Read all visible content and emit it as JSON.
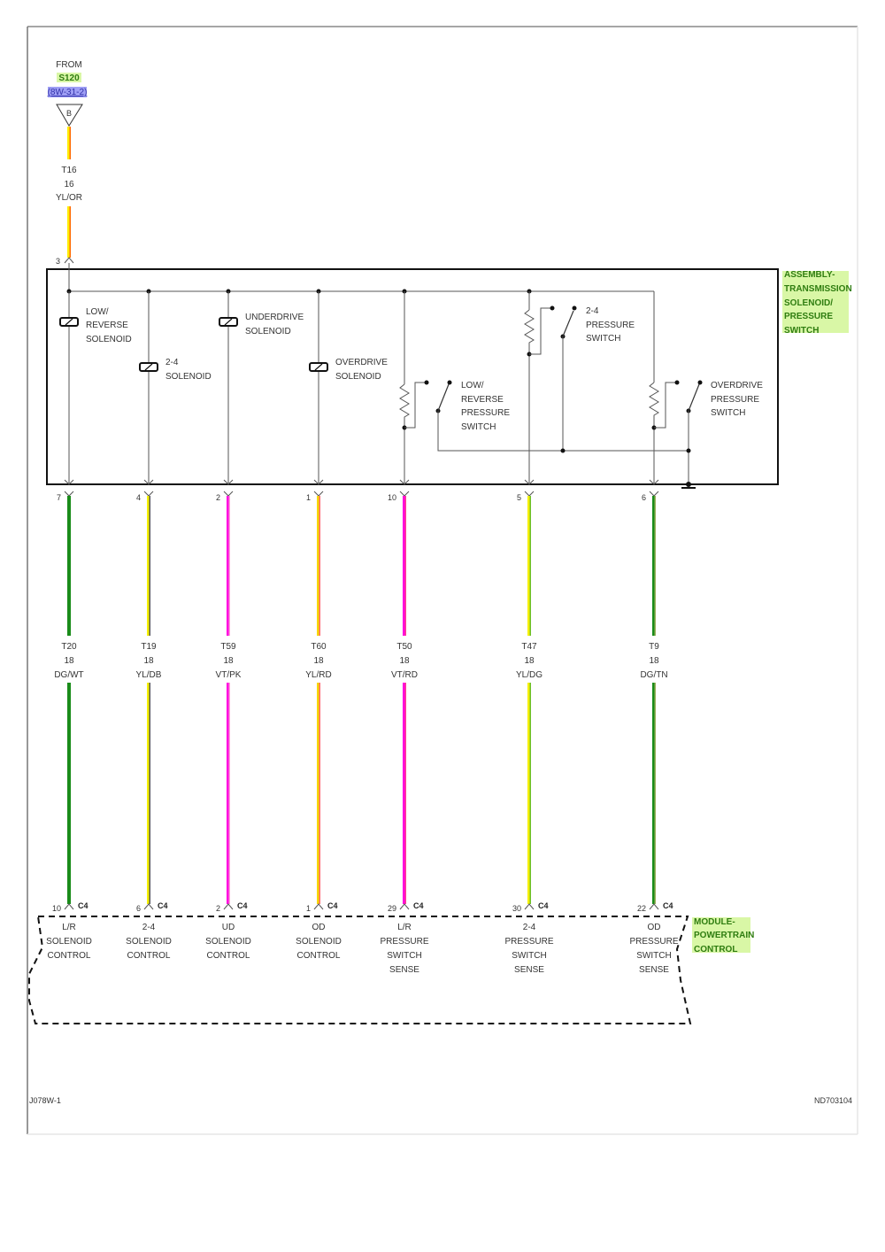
{
  "source": {
    "from_label": "FROM",
    "splice": "S120",
    "ref": "(8W-31-2)",
    "connector_letter": "B",
    "circuit": "T16",
    "gauge": "16",
    "color": "YL/OR",
    "pin": "3",
    "wire_colors": [
      "#ffee00",
      "#ff6a00"
    ]
  },
  "assembly": {
    "title_lines": [
      "ASSEMBLY-",
      "TRANSMISSION",
      "SOLENOID/",
      "PRESSURE",
      "SWITCH"
    ],
    "components": [
      {
        "type": "solenoid",
        "lines": [
          "LOW/",
          "REVERSE",
          "SOLENOID"
        ]
      },
      {
        "type": "solenoid",
        "lines": [
          "2-4",
          "SOLENOID"
        ]
      },
      {
        "type": "solenoid",
        "lines": [
          "UNDERDRIVE",
          "SOLENOID"
        ]
      },
      {
        "type": "solenoid",
        "lines": [
          "OVERDRIVE",
          "SOLENOID"
        ]
      },
      {
        "type": "pressure-switch",
        "lines": [
          "LOW/",
          "REVERSE",
          "PRESSURE",
          "SWITCH"
        ]
      },
      {
        "type": "pressure-switch",
        "lines": [
          "2-4",
          "PRESSURE",
          "SWITCH"
        ]
      },
      {
        "type": "pressure-switch",
        "lines": [
          "OVERDRIVE",
          "PRESSURE",
          "SWITCH"
        ]
      }
    ]
  },
  "wires": [
    {
      "pin": "7",
      "circuit": "T20",
      "gauge": "18",
      "color": "DG/WT",
      "base": "#1a8c1a",
      "stripe": "#1a8c1a",
      "pcm_pin": "10",
      "pcm_conn": "C4",
      "pcm_lines": [
        "L/R",
        "SOLENOID",
        "CONTROL"
      ]
    },
    {
      "pin": "4",
      "circuit": "T19",
      "gauge": "18",
      "color": "YL/DB",
      "base": "#f5f000",
      "stripe": "#555555",
      "pcm_pin": "6",
      "pcm_conn": "C4",
      "pcm_lines": [
        "2-4",
        "SOLENOID",
        "CONTROL"
      ]
    },
    {
      "pin": "2",
      "circuit": "T59",
      "gauge": "18",
      "color": "VT/PK",
      "base": "#ff00e0",
      "stripe": "#ff9ed8",
      "pcm_pin": "2",
      "pcm_conn": "C4",
      "pcm_lines": [
        "UD",
        "SOLENOID",
        "CONTROL"
      ]
    },
    {
      "pin": "1",
      "circuit": "T60",
      "gauge": "18",
      "color": "YL/RD",
      "base": "#f5d800",
      "stripe": "#ff6a6a",
      "pcm_pin": "1",
      "pcm_conn": "C4",
      "pcm_lines": [
        "OD",
        "SOLENOID",
        "CONTROL"
      ]
    },
    {
      "pin": "10",
      "circuit": "T50",
      "gauge": "18",
      "color": "VT/RD",
      "base": "#ff00e0",
      "stripe": "#ff3c96",
      "pcm_pin": "29",
      "pcm_conn": "C4",
      "pcm_lines": [
        "L/R",
        "PRESSURE",
        "SWITCH",
        "SENSE"
      ]
    },
    {
      "pin": "5",
      "circuit": "T47",
      "gauge": "18",
      "color": "YL/DG",
      "base": "#f5f000",
      "stripe": "#6bbf2a",
      "pcm_pin": "30",
      "pcm_conn": "C4",
      "pcm_lines": [
        "2-4",
        "PRESSURE",
        "SWITCH",
        "SENSE"
      ]
    },
    {
      "pin": "6",
      "circuit": "T9",
      "gauge": "18",
      "color": "DG/TN",
      "base": "#1a8c1a",
      "stripe": "#9ab05a",
      "pcm_pin": "22",
      "pcm_conn": "C4",
      "pcm_lines": [
        "OD",
        "PRESSURE",
        "SWITCH",
        "SENSE"
      ]
    }
  ],
  "module": {
    "title_lines": [
      "MODULE-",
      "POWERTRAIN",
      "CONTROL"
    ]
  },
  "footer": {
    "left_code": "J078W-1",
    "right_code": "ND703104"
  },
  "colors": {
    "label_highlight": "#d9f7a6",
    "ref_highlight": "#9f9ff5",
    "label_text": "#2f7d10"
  }
}
